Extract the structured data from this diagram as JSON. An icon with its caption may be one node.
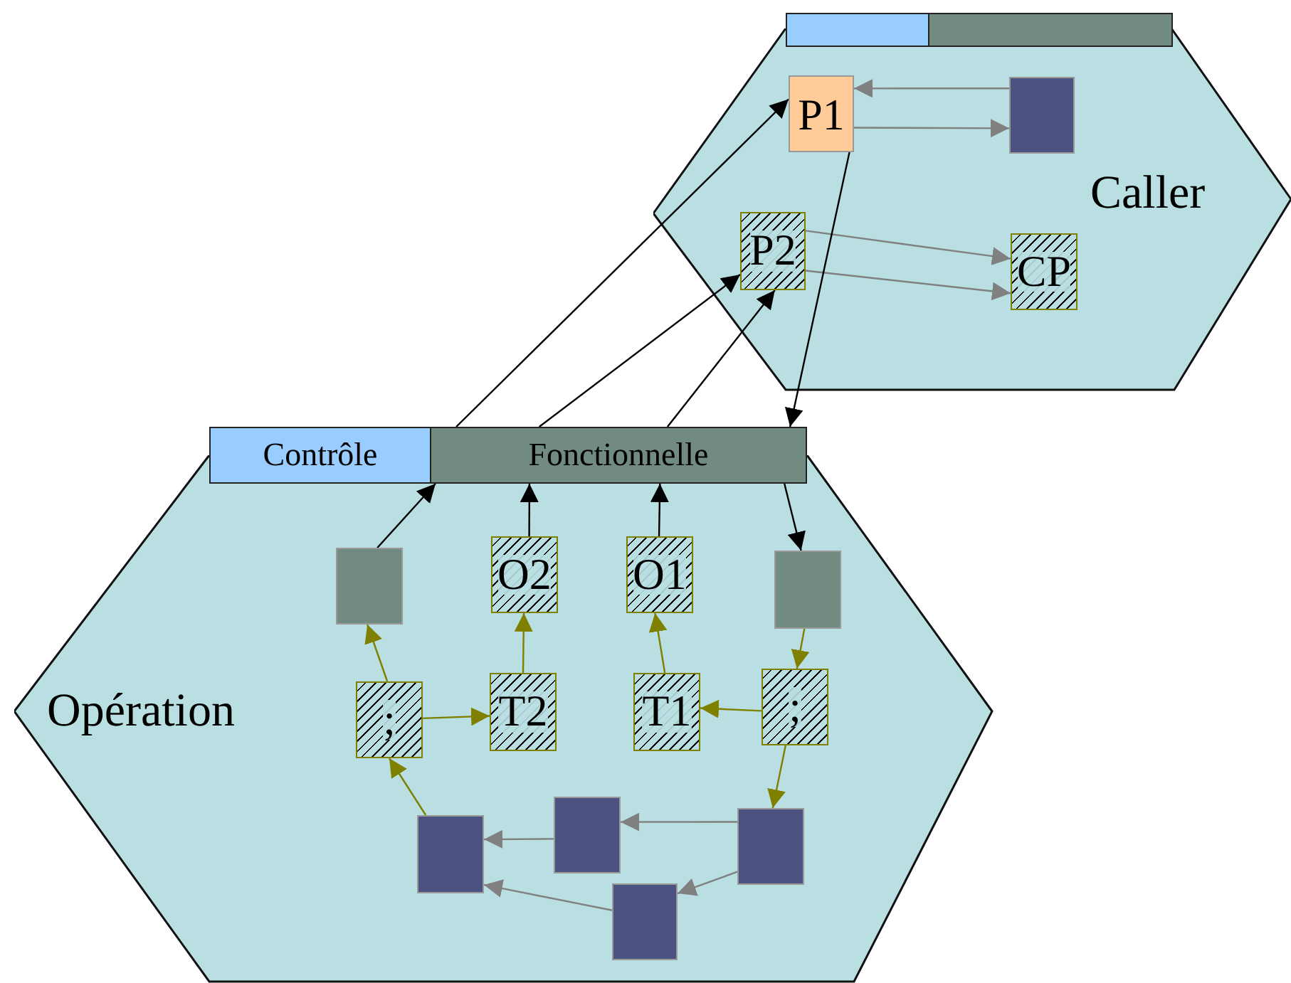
{
  "diagram": {
    "nodes": [
      {
        "text": [
          "Caller"
        ]
      },
      {
        "text": [],
        "shape": "bar"
      },
      {
        "text": [],
        "shape": "bar"
      },
      {
        "text": [
          "P1"
        ],
        "in": 0
      },
      {
        "text": [],
        "shape": "box",
        "in": 0
      },
      {
        "text": [
          "P2"
        ],
        "in": 0
      },
      {
        "text": [
          "CP"
        ],
        "in": 0
      },
      {
        "text": [
          "Opération"
        ]
      },
      {
        "text": [
          "Contrôle"
        ]
      },
      {
        "text": [
          "Fonctionnelle"
        ]
      },
      {
        "text": [],
        "shape": "box",
        "in": 7
      },
      {
        "text": [
          "O2"
        ],
        "in": 7
      },
      {
        "text": [
          "O1"
        ],
        "in": 7
      },
      {
        "text": [],
        "shape": "box",
        "in": 7
      },
      {
        "text": [
          ";"
        ],
        "in": 7
      },
      {
        "text": [
          "T2"
        ],
        "in": 7
      },
      {
        "text": [
          "T1"
        ],
        "in": 7
      },
      {
        "text": [
          ";"
        ],
        "in": 7
      },
      {
        "text": [],
        "shape": "box",
        "in": 7
      },
      {
        "text": [],
        "shape": "box",
        "in": 7
      },
      {
        "text": [],
        "shape": "box",
        "in": 7
      },
      {
        "text": [],
        "shape": "box",
        "in": 7
      }
    ],
    "edges": [
      {
        "from": 4,
        "to": 3,
        "arrow": "to",
        "color": "#808080"
      },
      {
        "from": 3,
        "to": 4,
        "arrow": "to",
        "color": "#808080"
      },
      {
        "from": 5,
        "to": 6,
        "arrow": "to",
        "color": "#808080"
      },
      {
        "from": 5,
        "to": 6,
        "arrow": "to",
        "color": "#808080"
      },
      {
        "from": 9,
        "to": 3,
        "arrow": "to",
        "color": "#000000"
      },
      {
        "from": 9,
        "to": 5,
        "arrow": "to",
        "color": "#000000"
      },
      {
        "from": 9,
        "to": 5,
        "arrow": "to",
        "color": "#000000"
      },
      {
        "from": 3,
        "to": 9,
        "arrow": "to",
        "color": "#000000"
      },
      {
        "from": 10,
        "to": 9,
        "arrow": "to",
        "color": "#000000"
      },
      {
        "from": 11,
        "to": 9,
        "arrow": "to",
        "color": "#000000"
      },
      {
        "from": 12,
        "to": 9,
        "arrow": "to",
        "color": "#000000"
      },
      {
        "from": 9,
        "to": 13,
        "arrow": "to",
        "color": "#000000"
      },
      {
        "from": 13,
        "to": 17,
        "arrow": "to",
        "color": "#808000"
      },
      {
        "from": 17,
        "to": 16,
        "arrow": "to",
        "color": "#808000"
      },
      {
        "from": 16,
        "to": 12,
        "arrow": "to",
        "color": "#808000"
      },
      {
        "from": 15,
        "to": 11,
        "arrow": "to",
        "color": "#808000"
      },
      {
        "from": 14,
        "to": 15,
        "arrow": "to",
        "color": "#808000"
      },
      {
        "from": 14,
        "to": 10,
        "arrow": "to",
        "color": "#808000"
      },
      {
        "from": 17,
        "to": 20,
        "arrow": "to",
        "color": "#808000"
      },
      {
        "from": 20,
        "to": 19,
        "arrow": "to",
        "color": "#808080"
      },
      {
        "from": 20,
        "to": 21,
        "arrow": "to",
        "color": "#808080"
      },
      {
        "from": 19,
        "to": 18,
        "arrow": "to",
        "color": "#808080"
      },
      {
        "from": 21,
        "to": 18,
        "arrow": "to",
        "color": "#808080"
      },
      {
        "from": 18,
        "to": 14,
        "arrow": "to",
        "color": "#808000"
      }
    ]
  }
}
